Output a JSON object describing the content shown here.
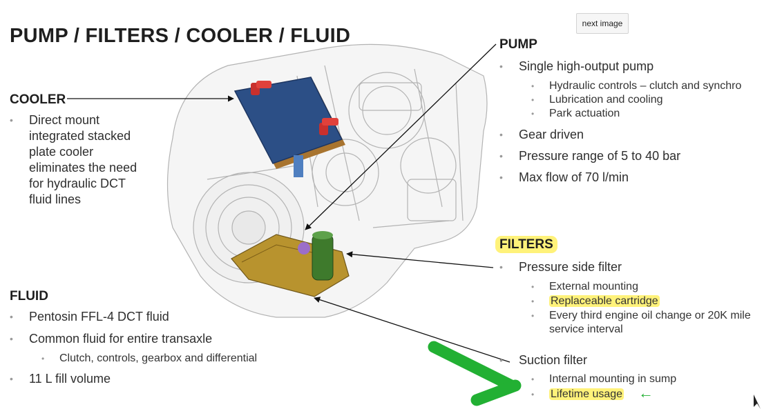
{
  "title": "PUMP / FILTERS / COOLER / FLUID",
  "next_button": "next image",
  "cooler": {
    "heading": "COOLER",
    "bullets": [
      "Direct mount integrated stacked plate cooler eliminates the need for hydraulic DCT fluid lines"
    ]
  },
  "fluid": {
    "heading": "FLUID",
    "items": [
      {
        "text": "Pentosin FFL-4  DCT fluid",
        "sub": []
      },
      {
        "text": "Common fluid for entire transaxle",
        "sub": [
          "Clutch, controls, gearbox and differential"
        ]
      },
      {
        "text": "11 L fill volume",
        "sub": []
      }
    ]
  },
  "pump": {
    "heading": "PUMP",
    "items": [
      {
        "text": "Single high-output pump",
        "sub": [
          "Hydraulic controls – clutch and synchro",
          "Lubrication and cooling",
          "Park actuation"
        ]
      },
      {
        "text": "Gear driven",
        "sub": []
      },
      {
        "text": "Pressure range of 5 to 40 bar",
        "sub": []
      },
      {
        "text": "Max flow of 70 l/min",
        "sub": []
      }
    ]
  },
  "filters": {
    "heading": "FILTERS",
    "pressure": {
      "text": "Pressure side filter",
      "sub": [
        "External mounting",
        "Replaceable cartridge",
        "Every third engine oil change or 20K mile",
        "service interval"
      ]
    },
    "suction": {
      "text": "Suction filter",
      "sub": [
        "Internal mounting in sump",
        "Lifetime usage"
      ]
    },
    "arrow_glyph": "←"
  },
  "colors": {
    "highlight": "#fff27a",
    "annotation_green": "#22b033",
    "cooler_blue": "#2c4f86",
    "filter_green": "#3e7a2c",
    "sump_gold": "#b8932e"
  }
}
